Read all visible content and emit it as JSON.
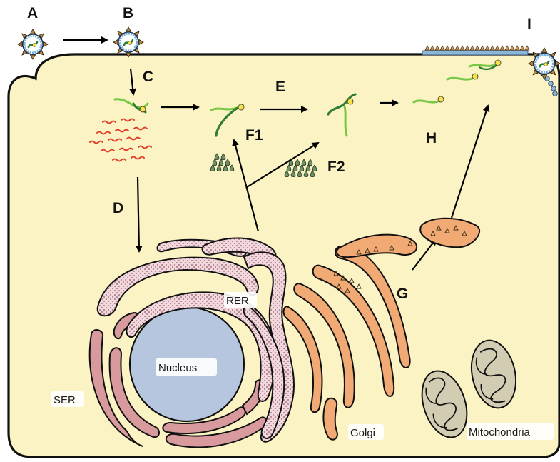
{
  "steps": {
    "a": "A",
    "b": "B",
    "c": "C",
    "d": "D",
    "e": "E",
    "f1": "F1",
    "f2": "F2",
    "g": "G",
    "h": "H",
    "i": "I"
  },
  "organelles": {
    "nucleus": "Nucleus",
    "rer": "RER",
    "ser": "SER",
    "golgi": "Golgi",
    "mitochondria": "Mitochondria"
  },
  "colors": {
    "cytoplasm": "#fbf3c3",
    "nucleus": "#b6c6df",
    "rer": "#f2d8dc",
    "ser": "#d99a9e",
    "golgi": "#f2aa75",
    "mitochondria": "#d2cdb2",
    "rna_light": "#77c844",
    "rna_dark": "#2e7d32",
    "mrna_red": "#e0402a",
    "protein_dots": "#6e8f63",
    "yellow_cap": "#f4e247",
    "membrane_protein": "#8bb7d8"
  },
  "icons": {
    "virion": "virus-particle-icon",
    "genome": "viral-rna-genome-icon",
    "mrna": "mrna-strand-icon",
    "protein": "protein-droplet-icon",
    "glycoprotein": "glycoprotein-triangle-icon"
  }
}
